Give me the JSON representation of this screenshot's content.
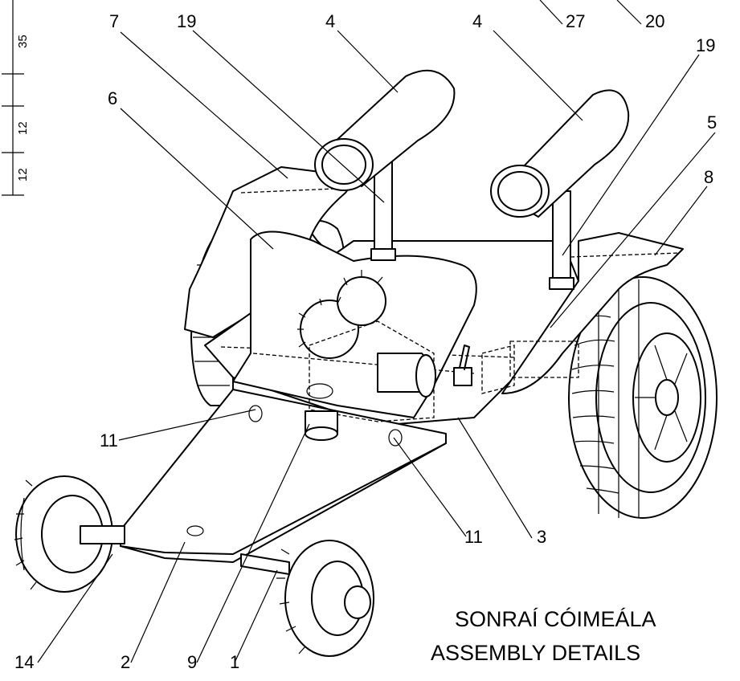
{
  "labels": {
    "l7": "7",
    "l19a": "19",
    "l4a": "4",
    "l4b": "4",
    "l27": "27",
    "l20": "20",
    "l19b": "19",
    "l6": "6",
    "l5": "5",
    "l8": "8",
    "l11a": "11",
    "l11b": "11",
    "l3": "3",
    "l14": "14",
    "l2": "2",
    "l9": "9",
    "l1": "1"
  },
  "dimensions": {
    "d35": "35",
    "d12a": "12",
    "d12b": "12"
  },
  "title": {
    "line1": "SONRAÍ CÓIMEÁLA",
    "line2": "ASSEMBLY DETAILS"
  }
}
